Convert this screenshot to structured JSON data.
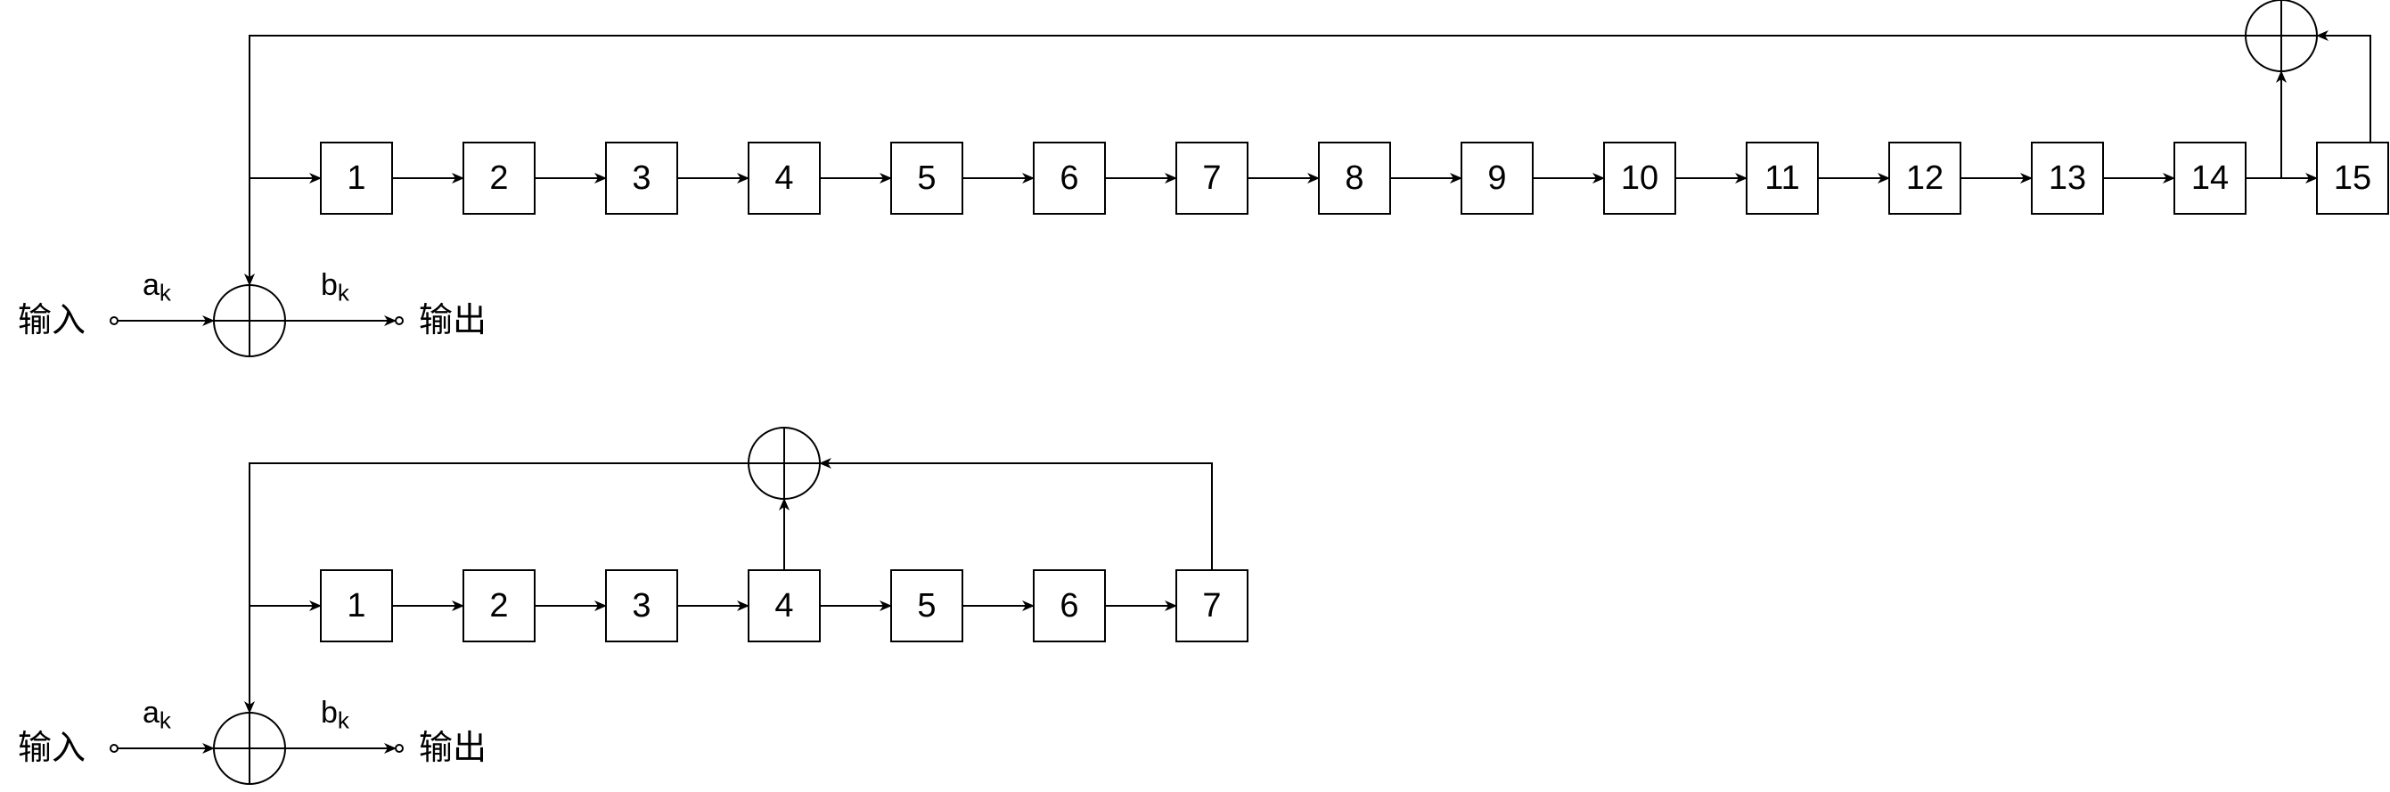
{
  "diagrams": [
    {
      "registers": [
        "1",
        "2",
        "3",
        "4",
        "5",
        "6",
        "7",
        "8",
        "9",
        "10",
        "11",
        "12",
        "13",
        "14",
        "15"
      ],
      "tap_after_register": "14",
      "input_label": "输入",
      "output_label": "输出",
      "input_signal": {
        "base": "a",
        "sub": "k"
      },
      "output_signal": {
        "base": "b",
        "sub": "k"
      }
    },
    {
      "registers": [
        "1",
        "2",
        "3",
        "4",
        "5",
        "6",
        "7"
      ],
      "tap_after_register": "4",
      "input_label": "输入",
      "output_label": "输出",
      "input_signal": {
        "base": "a",
        "sub": "k"
      },
      "output_signal": {
        "base": "b",
        "sub": "k"
      }
    }
  ],
  "colors": {
    "line": "#000000",
    "fill": "#ffffff"
  }
}
